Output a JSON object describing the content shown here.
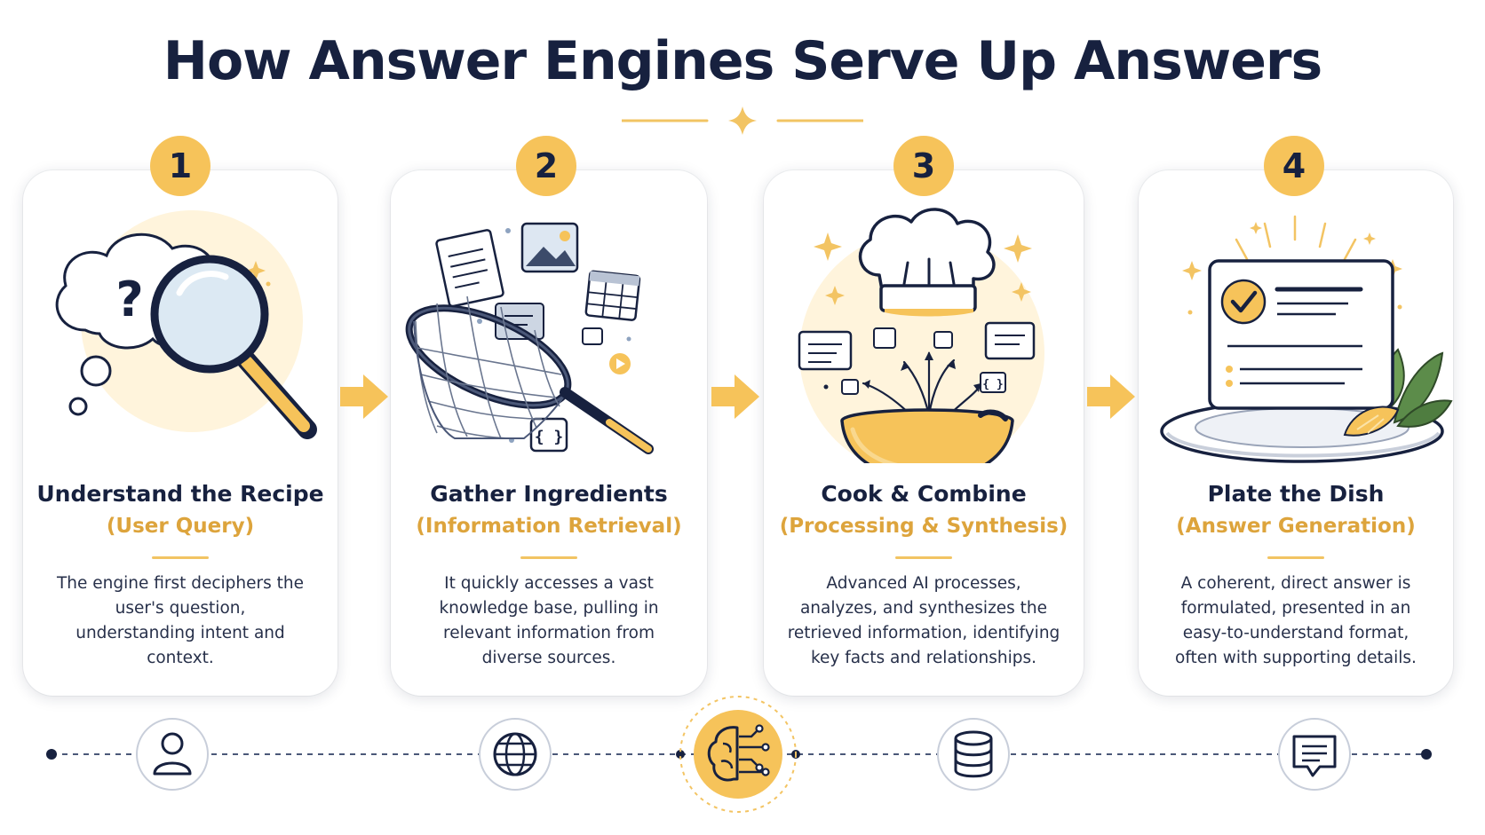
{
  "title": "How Answer Engines Serve Up Answers",
  "colors": {
    "accent": "#f6c35a",
    "accent_text": "#dda43c",
    "navy": "#17213f"
  },
  "steps": [
    {
      "number": "1",
      "title": "Understand the Recipe",
      "subtitle": "(User Query)",
      "description": "The engine first deciphers the user's question, understanding intent and context.",
      "illustration": "thought-bubble-magnifier-icon"
    },
    {
      "number": "2",
      "title": "Gather Ingredients",
      "subtitle": "(Information Retrieval)",
      "description": "It quickly accesses a vast knowledge base, pulling in relevant information from diverse sources.",
      "illustration": "net-collecting-data-icon"
    },
    {
      "number": "3",
      "title": "Cook & Combine",
      "subtitle": "(Processing & Synthesis)",
      "description": "Advanced AI processes, analyzes, and synthesizes the retrieved information, identifying key facts and relationships.",
      "illustration": "chef-hat-bowl-icon"
    },
    {
      "number": "4",
      "title": "Plate the Dish",
      "subtitle": "(Answer Generation)",
      "description": "A coherent, direct answer is formulated, presented in an easy-to-understand format, often with supporting details.",
      "illustration": "answer-document-plate-icon"
    }
  ],
  "bottom_icons": [
    "user-icon",
    "globe-icon",
    "ai-brain-icon",
    "database-icon",
    "chat-message-icon"
  ]
}
